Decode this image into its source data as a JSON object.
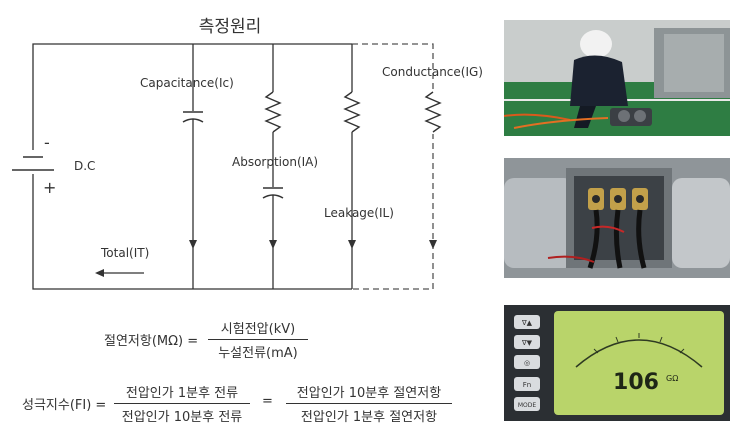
{
  "diagram": {
    "title": "측정원리",
    "labels": {
      "capacitance": "Capacitance(Ic)",
      "absorption": "Absorption(IA)",
      "leakage": "Leakage(IL)",
      "conductance": "Conductance(IG)",
      "dc": "D.C",
      "total": "Total(IT)",
      "minus": "-",
      "plus": "+"
    }
  },
  "formulas": {
    "resistance": {
      "label": "절연저항(MΩ) =",
      "numerator": "시험전압(kV)",
      "denominator": "누설전류(mA)"
    },
    "polarization": {
      "label": "성극지수(FI) =",
      "frac1_num": "전압인가 1분후 전류",
      "frac1_den": "전압인가 10분후 전류",
      "equals": "=",
      "frac2_num": "전압인가 10분후 절연저항",
      "frac2_den": "전압인가 1분후 절연저항"
    }
  },
  "meter": {
    "reading": "106",
    "unit": "GΩ",
    "buttons": [
      "∇▲",
      "∇▼",
      "◎",
      "Fn",
      "MODE"
    ]
  },
  "colors": {
    "line": "#333333",
    "dashed": "#555555",
    "lcd": "#b9d46a"
  }
}
